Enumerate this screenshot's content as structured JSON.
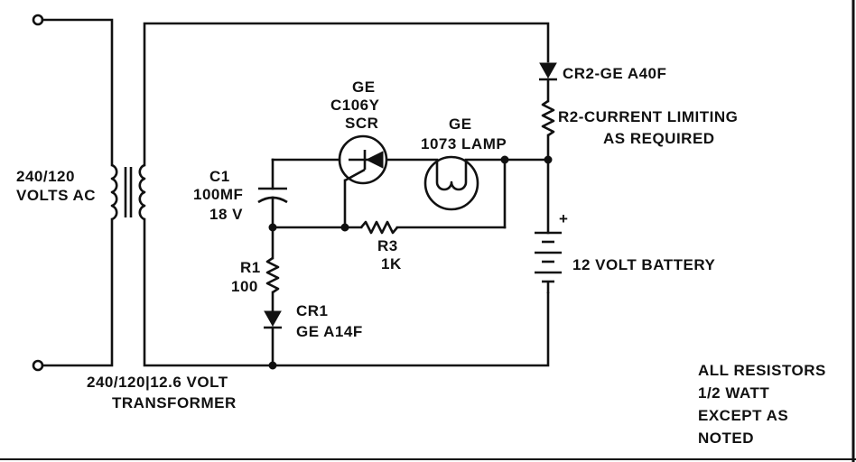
{
  "labels": {
    "source": [
      "240/120",
      "VOLTS AC"
    ],
    "transformer": [
      "240/120|12.6 VOLT",
      "TRANSFORMER"
    ],
    "c1": [
      "C1",
      "100MF",
      "18 V"
    ],
    "scr": [
      "GE",
      "C106Y",
      "SCR"
    ],
    "lamp": [
      "GE",
      "1073 LAMP"
    ],
    "cr2": "CR2-GE A40F",
    "r2": [
      "R2-CURRENT LIMITING",
      "AS REQUIRED"
    ],
    "r1": [
      "R1",
      "100"
    ],
    "cr1": [
      "CR1",
      "GE A14F"
    ],
    "r3": [
      "R3",
      "1K"
    ],
    "battery": "12 VOLT BATTERY",
    "battery_plus": "+",
    "note": [
      "ALL RESISTORS",
      "1/2 WATT",
      "EXCEPT AS",
      "NOTED"
    ]
  }
}
